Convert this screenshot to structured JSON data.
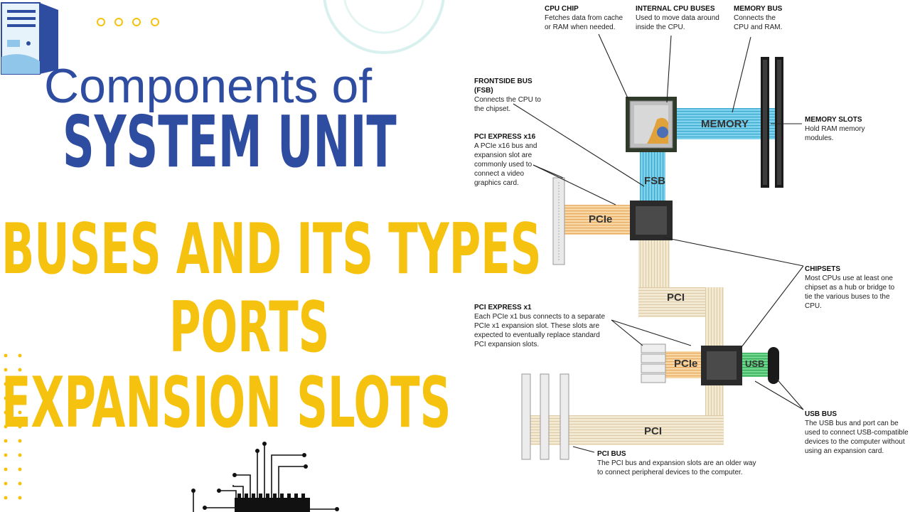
{
  "slide": {
    "title_line1": "Components of",
    "title_line2": "SYSTEM UNIT",
    "topics": [
      "BUSES AND ITS TYPES",
      "PORTS",
      "EXPANSION SLOTS"
    ],
    "colors": {
      "title": "#2e4da0",
      "topics": "#f5c20f"
    },
    "icons": [
      "computer-tower-icon",
      "circuit-chip-icon",
      "dots-decoration"
    ]
  },
  "diagram": {
    "labels": {
      "cpu_chip": {
        "title": "CPU CHIP",
        "text": "Fetches data from cache or RAM when needed."
      },
      "internal_cpu_buses": {
        "title": "INTERNAL CPU BUSES",
        "text": "Used to move data around inside the CPU."
      },
      "memory_bus": {
        "title": "MEMORY BUS",
        "text": "Connects the CPU and RAM."
      },
      "frontside_bus": {
        "title": "FRONTSIDE BUS (FSB)",
        "text": "Connects the CPU to the chipset."
      },
      "pci_express_x16": {
        "title": "PCI EXPRESS x16",
        "text": "A PCIe x16 bus and expansion slot are commonly used to connect a video graphics card."
      },
      "memory_slots": {
        "title": "MEMORY SLOTS",
        "text": "Hold RAM memory modules."
      },
      "chipsets": {
        "title": "CHIPSETS",
        "text": "Most CPUs use at least one chipset as a hub or bridge to tie the various buses to the CPU."
      },
      "pci_express_x1": {
        "title": "PCI EXPRESS x1",
        "text": "Each PCIe x1 bus connects to a separate PCIe x1 expansion slot. These slots are expected to eventually replace standard PCI expansion slots."
      },
      "usb_bus": {
        "title": "USB BUS",
        "text": "The USB bus and port can be used to connect USB-compatible devices to the computer without using an expansion card."
      },
      "pci_bus": {
        "title": "PCI BUS",
        "text": "The PCI bus and expansion slots are an older way to connect peripheral devices to the computer."
      }
    },
    "bus_words": {
      "memory": "MEMORY",
      "fsb": "FSB",
      "pcie_top": "PCIe",
      "pci_mid": "PCI",
      "pcie_mid": "PCIe",
      "usb": "USB",
      "pci_bottom": "PCI"
    }
  }
}
